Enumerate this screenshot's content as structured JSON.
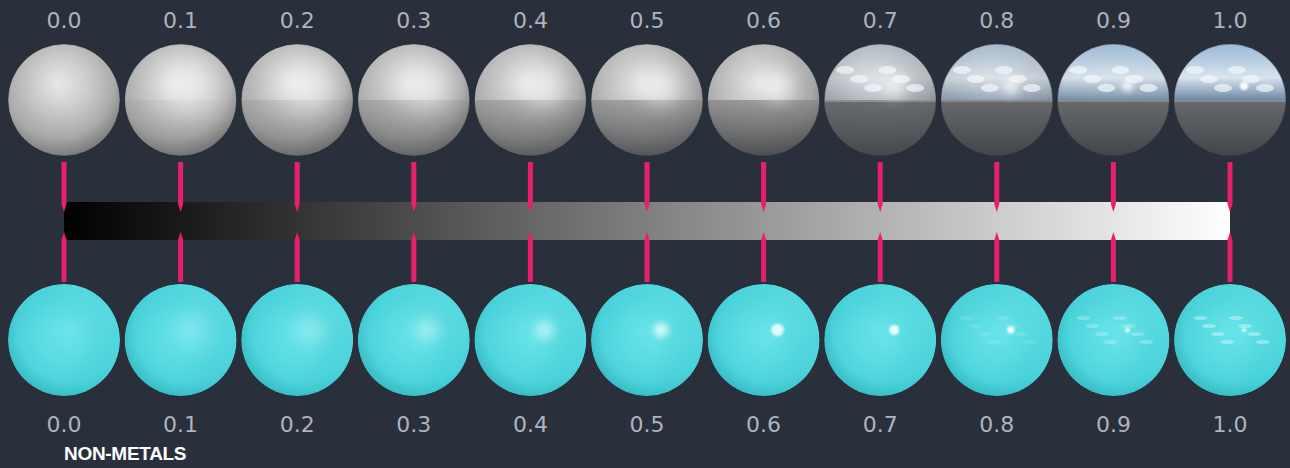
{
  "diagram": {
    "labels": [
      "0.0",
      "0.1",
      "0.2",
      "0.3",
      "0.4",
      "0.5",
      "0.6",
      "0.7",
      "0.8",
      "0.9",
      "1.0",
      "0.0",
      "0.1",
      "0.2",
      "0.3",
      "0.4",
      "0.5",
      "0.6",
      "0.7",
      "0.8",
      "0.9",
      "1.0",
      "NON-METALS"
    ]
  }
}
